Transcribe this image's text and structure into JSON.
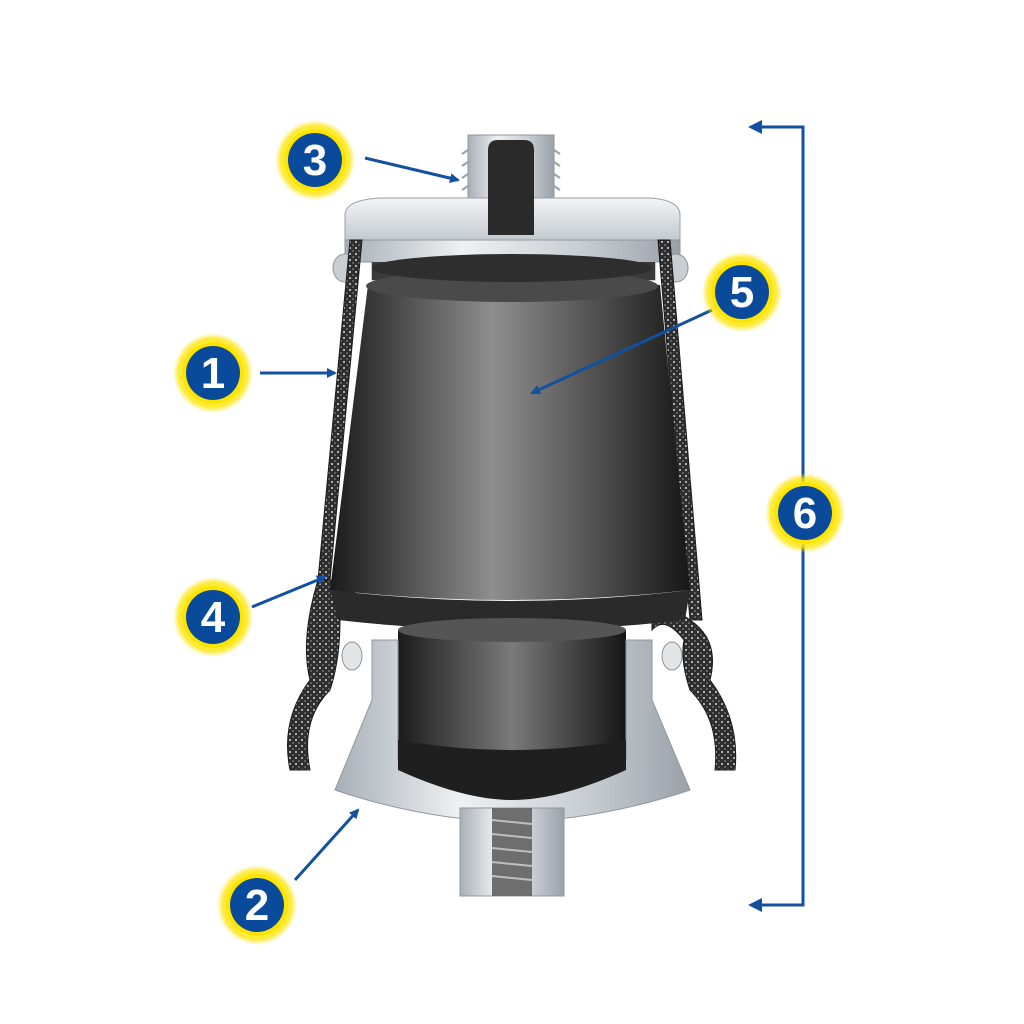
{
  "colors": {
    "badge_fill": "#0a4a9a",
    "badge_glow": "#ffe400",
    "arrow": "#1450a0",
    "metal_light": "#e9ecef",
    "metal_dark": "#9aa1a8",
    "rubber": "#3a3a3a",
    "piston_light": "#8c8c8c",
    "piston_dark": "#1c1c1c"
  },
  "callouts": [
    {
      "id": "1",
      "label": "1"
    },
    {
      "id": "2",
      "label": "2"
    },
    {
      "id": "3",
      "label": "3"
    },
    {
      "id": "4",
      "label": "4"
    },
    {
      "id": "5",
      "label": "5"
    },
    {
      "id": "6",
      "label": "6"
    }
  ]
}
